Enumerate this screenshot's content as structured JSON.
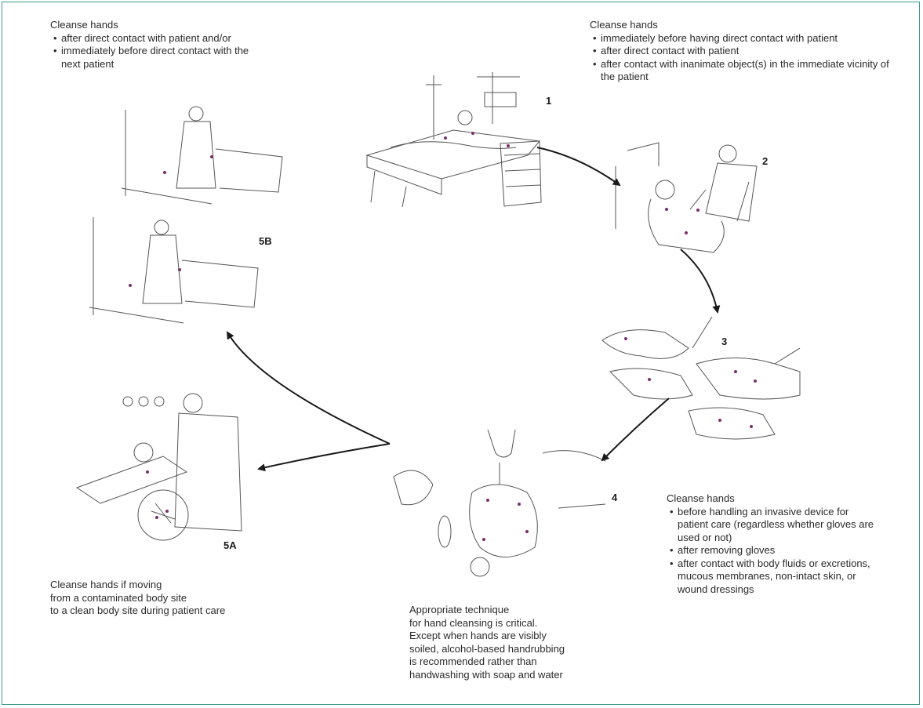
{
  "moments": {
    "m5b": {
      "heading": "Cleanse hands",
      "bullets": [
        "after direct contact with patient and/or",
        "immediately before direct contact with the next patient"
      ]
    },
    "m1": {
      "heading": "Cleanse hands",
      "bullets": [
        "immediately before having direct contact with patient",
        "after direct contact with patient",
        "after contact with inanimate object(s) in the immediate vicinity of the patient"
      ]
    },
    "m3": {
      "heading": "Cleanse hands",
      "bullets": [
        "before handling an invasive device for patient care (regardless whether gloves are used or not)",
        "after removing gloves",
        "after contact with body fluids or excretions, mucous membranes, non-intact skin, or wound dressings"
      ]
    }
  },
  "paragraphs": {
    "p5a": [
      "Cleanse hands if moving",
      "from a contaminated body site",
      "to a clean body site during patient care"
    ],
    "p4": [
      "Appropriate technique",
      "for hand cleansing is critical.",
      "Except when hands are visibly",
      "soiled, alcohol-based handrubbing",
      "is recommended rather than",
      "handwashing with soap and water"
    ]
  },
  "labels": {
    "step1": "1",
    "step2": "2",
    "step3": "3",
    "step4": "4",
    "step5a": "5A",
    "step5b": "5B"
  },
  "colors": {
    "frame": "#3a9a8c",
    "ink": "#2a2a2a",
    "contamination": "#7a2e6e"
  }
}
